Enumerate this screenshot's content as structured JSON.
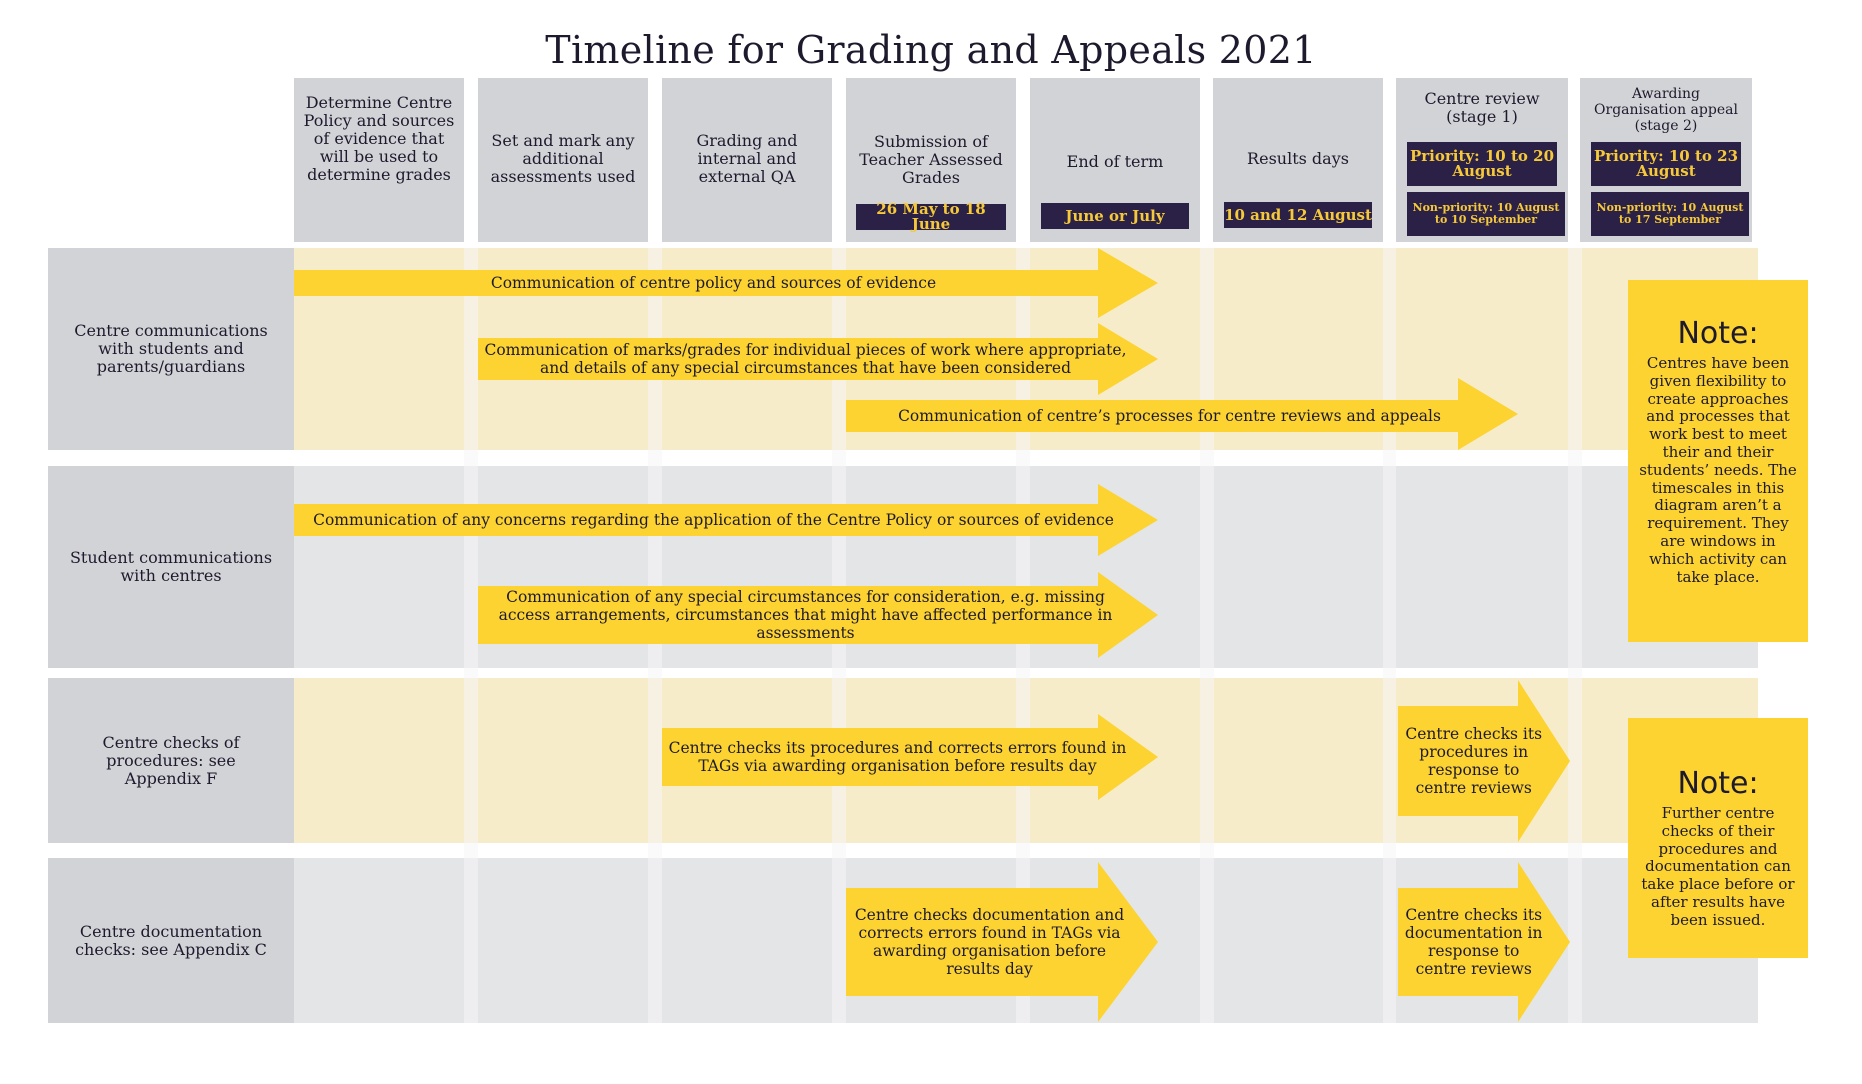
{
  "title": "Timeline for Grading and Appeals 2021",
  "colors": {
    "arrow": "#fcd330",
    "pill": "#2b2045",
    "pill_text": "#f5c93a",
    "band_yellow": "#f6ecc9",
    "band_grey": "#e4e5e7",
    "header_grey": "#d2d3d6"
  },
  "columns": [
    {
      "label": "Determine Centre Policy and sources of evidence that will be used to determine grades"
    },
    {
      "label": "Set and mark any additional assessments used"
    },
    {
      "label": "Grading and internal and external QA"
    },
    {
      "label": "Submission of Teacher Assessed Grades",
      "date": "26 May to 18 June"
    },
    {
      "label": "End of term",
      "date": "June or July"
    },
    {
      "label": "Results days",
      "date": "10 and 12 August"
    },
    {
      "label": "Centre review (stage 1)",
      "priority": "Priority: 10 to 20 August",
      "nonpriority": "Non-priority: 10 August to 10 September"
    },
    {
      "label": "Awarding Organisation appeal (stage 2)",
      "priority": "Priority: 10 to 23 August",
      "nonpriority": "Non-priority: 10 August to 17 September"
    }
  ],
  "rows": [
    {
      "label": "Centre communications with students and parents/guardians"
    },
    {
      "label": "Student communications with centres"
    },
    {
      "label": "Centre checks of procedures: see Appendix F"
    },
    {
      "label": "Centre documentation checks: see Appendix C"
    }
  ],
  "arrows": [
    {
      "text": "Communication of centre policy and sources of evidence"
    },
    {
      "text": "Communication of marks/grades for individual pieces of work where appropriate, and details of any special circumstances that have been considered"
    },
    {
      "text": "Communication of centre’s processes for centre reviews and appeals"
    },
    {
      "text": "Communication of any concerns regarding the application of the Centre Policy or sources of evidence"
    },
    {
      "text": "Communication of any special circumstances for consideration, e.g. missing access arrangements, circumstances that might have affected performance in assessments"
    },
    {
      "text": "Centre checks its procedures and corrects errors found in TAGs via awarding organisation before results day"
    },
    {
      "text": "Centre checks its procedures in response to centre reviews"
    },
    {
      "text": "Centre checks documentation and corrects errors found in TAGs via awarding organisation before results day"
    },
    {
      "text": "Centre checks its documentation in response to centre reviews"
    }
  ],
  "notes": [
    {
      "title": "Note:",
      "body": "Centres have been given flexibility to create approaches and processes that work best to meet their and their students’ needs. The timescales in this diagram aren’t a requirement. They are windows in which activity can take place."
    },
    {
      "title": "Note:",
      "body": "Further centre checks of their procedures and documentation can take place before or after results have been issued."
    }
  ]
}
